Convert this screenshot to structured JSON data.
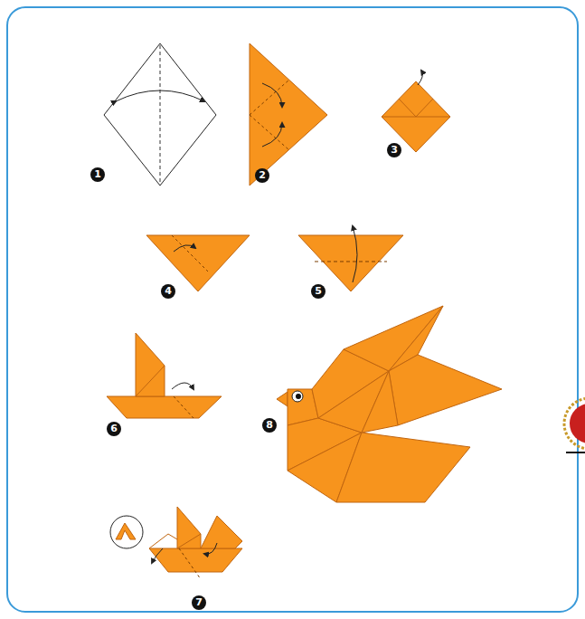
{
  "diagram": {
    "labels": [
      "1",
      "2",
      "3",
      "4",
      "5",
      "6",
      "7",
      "8"
    ]
  }
}
